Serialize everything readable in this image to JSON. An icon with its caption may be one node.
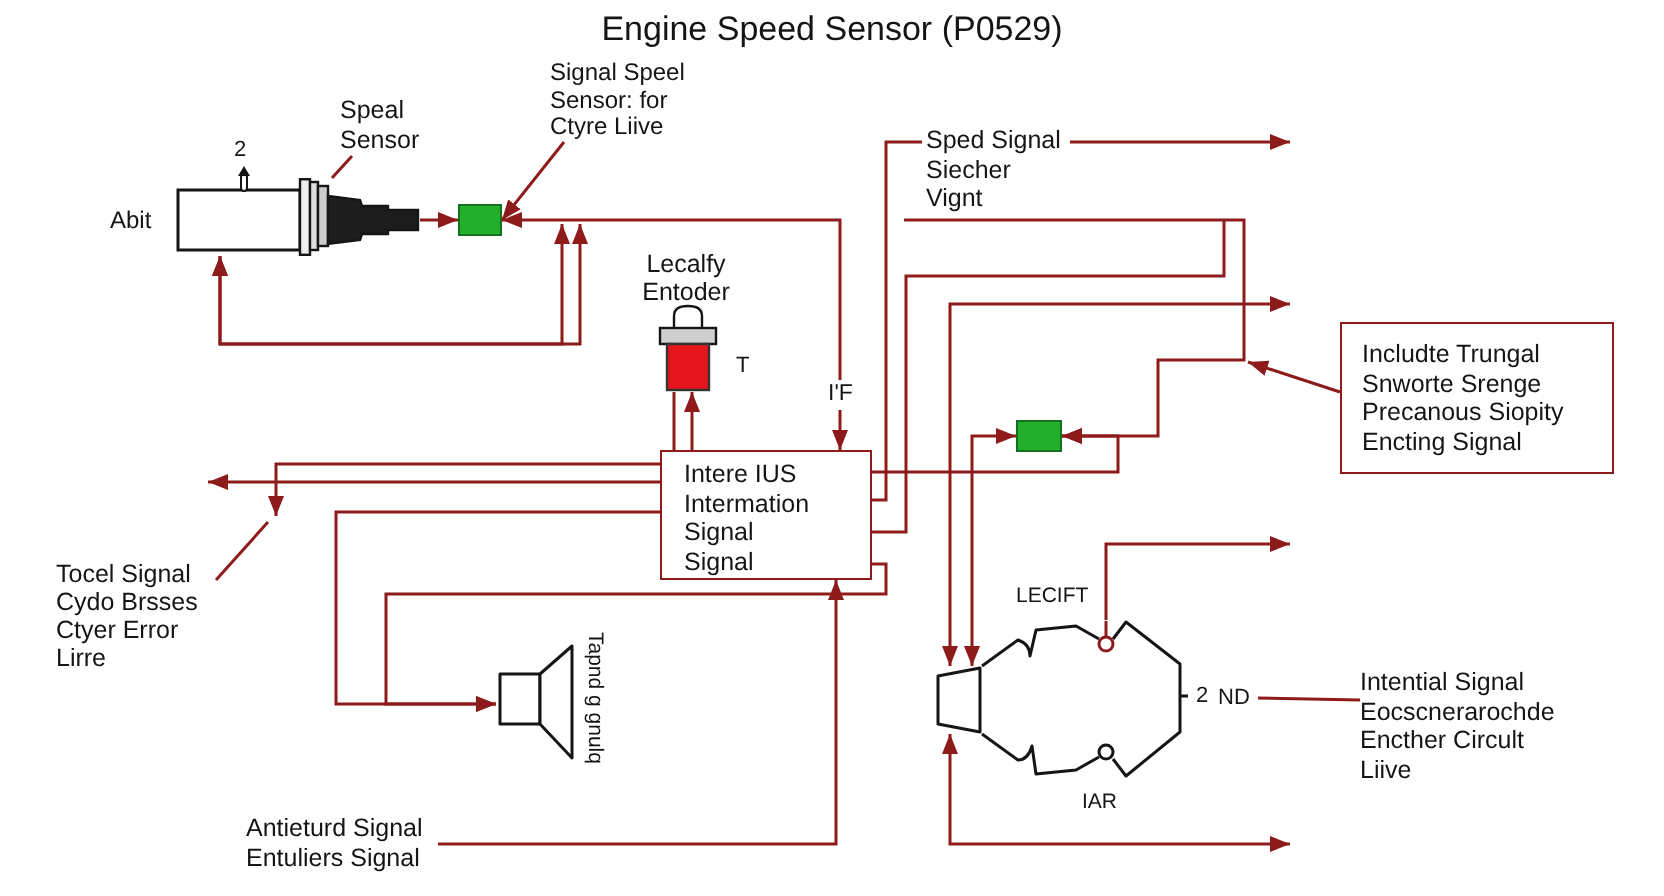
{
  "diagram": {
    "title": "Engine Speed Sensor (P0529)",
    "nodes": [
      {
        "text": [],
        "shape": "picture",
        "beside": [
          "2",
          "Abit"
        ]
      },
      {
        "text": [
          "Speal Sensor"
        ]
      },
      {
        "text": [],
        "shape": "box"
      },
      {
        "text": [
          "Signal Speel Sensor: for Ctyre Liive"
        ]
      },
      {
        "text": [
          "Lecalfy Entoder"
        ],
        "beside": [
          "T"
        ]
      },
      {
        "text": [
          "Intere IUS Intermation Signal Signal"
        ]
      },
      {
        "text": [
          "Tocel Signal Cydo Brsses Ctyer Error Lirre"
        ]
      },
      {
        "text": [],
        "shape": "picture",
        "beside": [
          "Tapnd g gnulq"
        ]
      },
      {
        "text": [
          "Antieturd Signal Entuliers Signal"
        ]
      },
      {
        "text": [],
        "shape": "box"
      },
      {
        "text": [
          "Includte Trungal Snworte Srenge Precanous Siopity Encting Signal"
        ]
      },
      {
        "text": [],
        "shape": "picture",
        "beside": [
          "LECIFT",
          "2",
          "IAR"
        ]
      },
      {
        "text": [],
        "shape": "trapezoid"
      },
      {
        "text": [
          "ND"
        ]
      },
      {
        "text": [
          "Intential Signal Eocscnerarochde Encther Circult Liive"
        ]
      }
    ],
    "edges": [
      {
        "from": 0,
        "to": 2,
        "arrow": "to"
      },
      {
        "from": 2,
        "to": 5,
        "arrow": "both",
        "label": "I'F"
      },
      {
        "from": null,
        "to": 0,
        "arrow": "both"
      },
      {
        "from": null,
        "to": 0,
        "arrow": "both"
      },
      {
        "from": 1,
        "to": 0,
        "arrow": "none"
      },
      {
        "from": 3,
        "to": 2,
        "arrow": "to"
      },
      {
        "from": 5,
        "to": 4,
        "arrow": "to"
      },
      {
        "from": 4,
        "to": 5,
        "arrow": "none"
      },
      {
        "from": 5,
        "to": null,
        "arrow": "to"
      },
      {
        "from": 5,
        "to": null,
        "arrow": "to"
      },
      {
        "from": 6,
        "to": null,
        "arrow": "none"
      },
      {
        "from": 5,
        "to": 7,
        "arrow": "to"
      },
      {
        "from": 5,
        "to": 7,
        "arrow": "to"
      },
      {
        "from": 8,
        "to": 5,
        "arrow": "to"
      },
      {
        "from": 5,
        "to": null,
        "arrow": "to",
        "label": "Sped Signal Siecher Vignt"
      },
      {
        "from": null,
        "to": 12,
        "arrow": "both"
      },
      {
        "from": 9,
        "to": 12,
        "arrow": "both"
      },
      {
        "from": 5,
        "to": 9,
        "arrow": "to"
      },
      {
        "from": 5,
        "to": 9,
        "arrow": "to"
      },
      {
        "from": 10,
        "to": null,
        "arrow": "to"
      },
      {
        "from": 11,
        "to": null,
        "arrow": "to"
      },
      {
        "from": 12,
        "to": null,
        "arrow": "both"
      },
      {
        "from": 14,
        "to": 13,
        "arrow": "none"
      }
    ]
  }
}
